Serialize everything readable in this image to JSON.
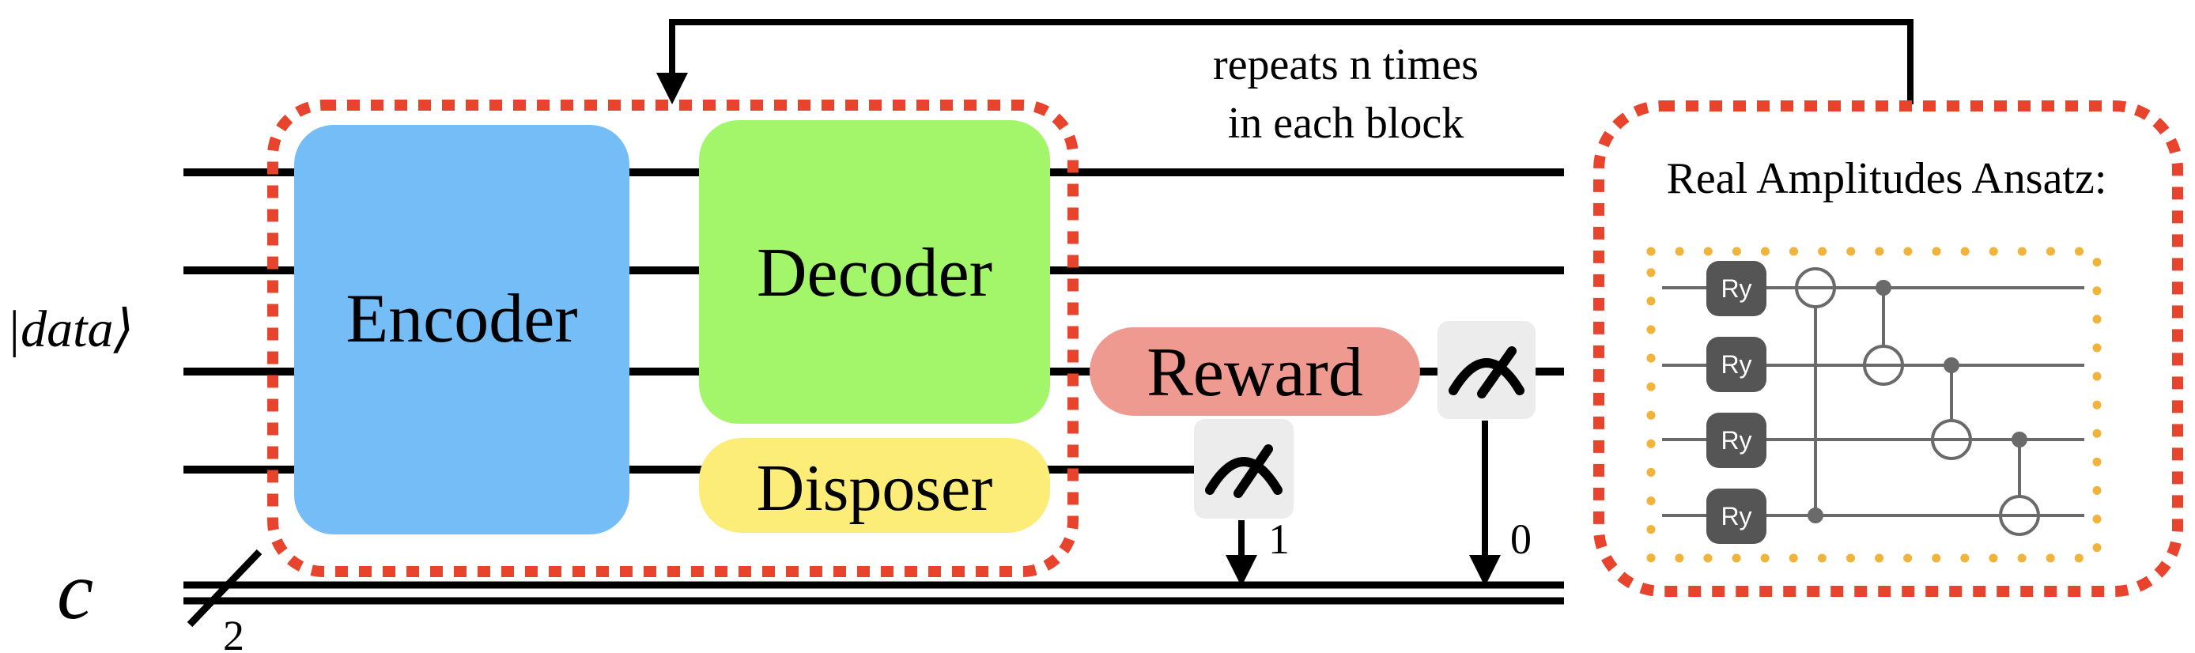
{
  "input_label": "|data⟩",
  "classical_label": "c",
  "classical_width": "2",
  "feedback_label_line1": "repeats n times",
  "feedback_label_line2": "in each block",
  "blocks": {
    "encoder": "Encoder",
    "decoder": "Decoder",
    "disposer": "Disposer",
    "reward": "Reward"
  },
  "measurement_outputs": [
    "1",
    "0"
  ],
  "ansatz": {
    "title": "Real Amplitudes Ansatz:",
    "gate_label": "Ry"
  },
  "colors": {
    "encoder": "#74bdf7",
    "decoder": "#a3f56a",
    "disposer": "#fbed77",
    "reward": "#ef9a90",
    "dotted_border": "#e8432d",
    "ansatz_dots": "#f0b43c",
    "meter_bg": "#ececec",
    "ansatz_gate": "#555555",
    "ansatz_wire": "#6a6a6a"
  }
}
